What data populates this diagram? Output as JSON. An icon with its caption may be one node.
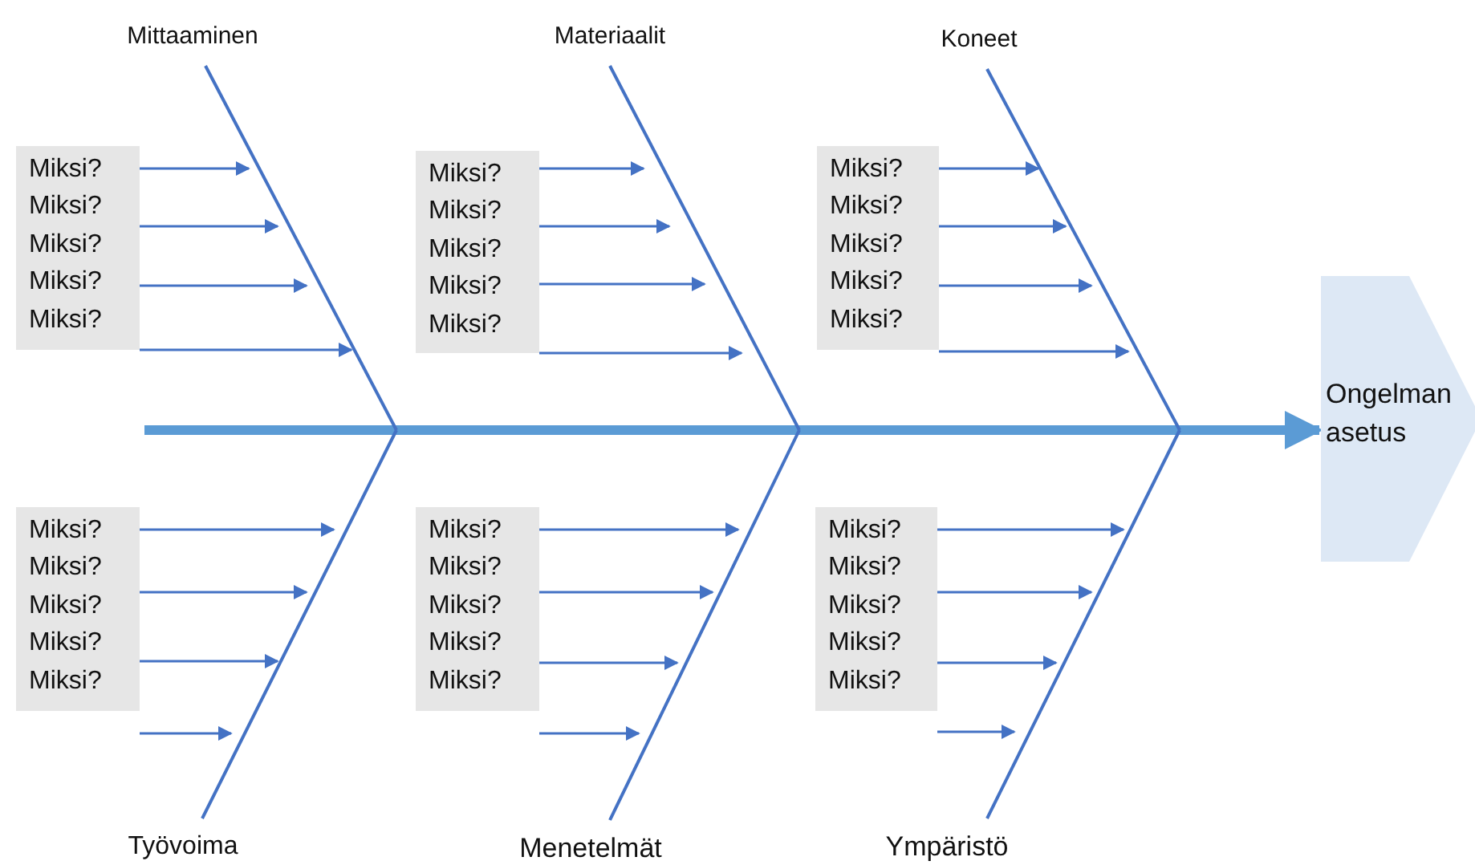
{
  "diagram": {
    "nodes": [
      {
        "text": [
          "Mittaaminen"
        ]
      },
      {
        "text": [
          "Materiaalit"
        ]
      },
      {
        "text": [
          "Koneet"
        ]
      },
      {
        "text": [
          "Miksi?",
          "Miksi?",
          "Miksi?",
          "Miksi?",
          "Miksi?"
        ]
      },
      {
        "text": [
          "Miksi?",
          "Miksi?",
          "Miksi?",
          "Miksi?",
          "Miksi?"
        ]
      },
      {
        "text": [
          "Miksi?",
          "Miksi?",
          "Miksi?",
          "Miksi?",
          "Miksi?"
        ]
      },
      {
        "text": [
          "Ongelman asetus"
        ]
      },
      {
        "text": [
          "Miksi?",
          "Miksi?",
          "Miksi?",
          "Miksi?",
          "Miksi?"
        ]
      },
      {
        "text": [
          "Miksi?",
          "Miksi?",
          "Miksi?",
          "Miksi?",
          "Miksi?"
        ]
      },
      {
        "text": [
          "Miksi?",
          "Miksi?",
          "Miksi?",
          "Miksi?",
          "Miksi?"
        ]
      },
      {
        "text": [
          "Työvoima"
        ]
      },
      {
        "text": [
          "Menetelmät"
        ]
      },
      {
        "text": [
          "Ympäristö"
        ]
      }
    ],
    "edges": [
      {
        "from": null,
        "to": 6,
        "arrow": "to",
        "style": "thick",
        "color": "#5b9bd5"
      },
      {
        "from": 0,
        "to": null,
        "arrow": "none"
      },
      {
        "from": 1,
        "to": null,
        "arrow": "none"
      },
      {
        "from": 2,
        "to": null,
        "arrow": "none"
      },
      {
        "from": 10,
        "to": null,
        "arrow": "none"
      },
      {
        "from": 11,
        "to": null,
        "arrow": "none"
      },
      {
        "from": 12,
        "to": null,
        "arrow": "none"
      },
      {
        "from": 3,
        "to": null,
        "arrow": "to"
      },
      {
        "from": 3,
        "to": null,
        "arrow": "to"
      },
      {
        "from": 3,
        "to": null,
        "arrow": "to"
      },
      {
        "from": 3,
        "to": null,
        "arrow": "to"
      },
      {
        "from": 4,
        "to": null,
        "arrow": "to"
      },
      {
        "from": 4,
        "to": null,
        "arrow": "to"
      },
      {
        "from": 4,
        "to": null,
        "arrow": "to"
      },
      {
        "from": 4,
        "to": null,
        "arrow": "to"
      },
      {
        "from": 5,
        "to": null,
        "arrow": "to"
      },
      {
        "from": 5,
        "to": null,
        "arrow": "to"
      },
      {
        "from": 5,
        "to": null,
        "arrow": "to"
      },
      {
        "from": 5,
        "to": null,
        "arrow": "to"
      },
      {
        "from": 7,
        "to": null,
        "arrow": "to"
      },
      {
        "from": 7,
        "to": null,
        "arrow": "to"
      },
      {
        "from": 7,
        "to": null,
        "arrow": "to"
      },
      {
        "from": 7,
        "to": null,
        "arrow": "to"
      },
      {
        "from": 8,
        "to": null,
        "arrow": "to"
      },
      {
        "from": 8,
        "to": null,
        "arrow": "to"
      },
      {
        "from": 8,
        "to": null,
        "arrow": "to"
      },
      {
        "from": 8,
        "to": null,
        "arrow": "to"
      },
      {
        "from": 9,
        "to": null,
        "arrow": "to"
      },
      {
        "from": 9,
        "to": null,
        "arrow": "to"
      },
      {
        "from": 9,
        "to": null,
        "arrow": "to"
      },
      {
        "from": 9,
        "to": null,
        "arrow": "to"
      }
    ]
  }
}
